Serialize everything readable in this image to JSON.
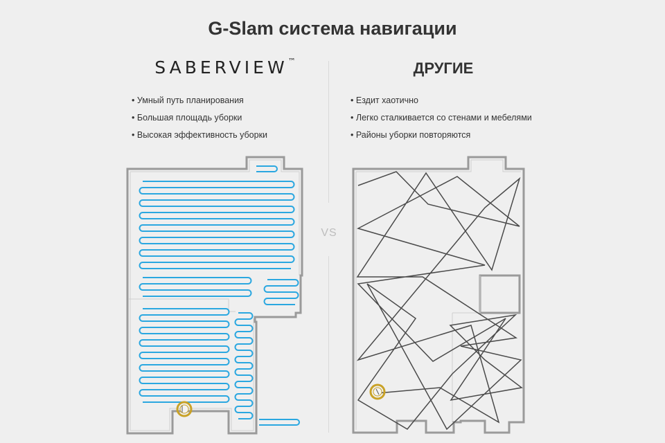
{
  "page": {
    "title": "G-Slam система навигации",
    "vs_label": "VS"
  },
  "left_column": {
    "brand": "SABERVIEW",
    "trademark": "™",
    "features": [
      "Умный путь планирования",
      "Большая площадь уборки",
      "Высокая эффективность уборки"
    ],
    "path_color": "#2aa7e0"
  },
  "right_column": {
    "heading": "ДРУГИЕ",
    "features": [
      "Ездит хаотично",
      "Легко сталкивается со стенами и мебелями",
      "Районы уборки повторяются"
    ],
    "path_color": "#4a4a4a"
  },
  "colors": {
    "background": "#efefef",
    "wall": "#9a9a9a",
    "robot": "#c9a227"
  },
  "icons": {
    "robot": "robot-vacuum-icon"
  }
}
